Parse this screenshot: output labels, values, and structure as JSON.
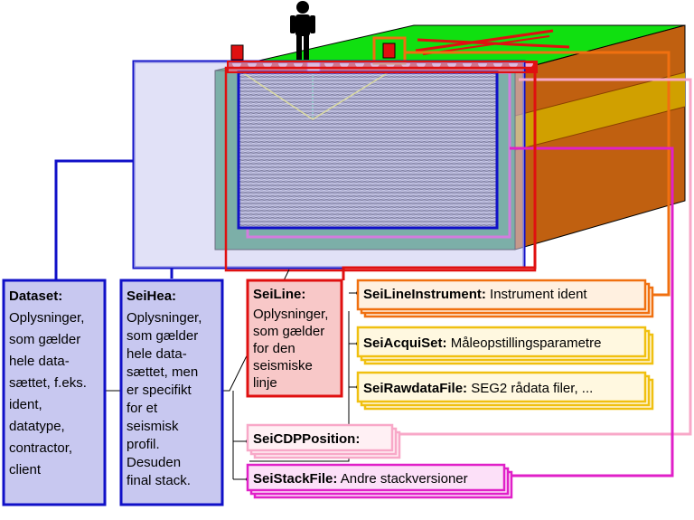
{
  "boxes": {
    "dataset": {
      "title": "Dataset:",
      "lines": [
        "Oplysninger,",
        "som gælder",
        "hele data-",
        "sættet, f.eks.",
        "ident,",
        "datatype,",
        "contractor,",
        "client"
      ]
    },
    "seihea": {
      "title": "SeiHea:",
      "lines": [
        "Oplysninger,",
        "som gælder",
        "hele data-",
        "sættet, men",
        "er specifikt",
        "for et",
        "seismisk",
        "profil.",
        "Desuden",
        "final stack."
      ]
    },
    "seiline": {
      "title": "SeiLine:",
      "lines": [
        "Oplysninger,",
        "som gælder",
        "for den",
        "seismiske",
        "linje"
      ]
    },
    "seilineinstrument": {
      "title": "SeiLineInstrument:",
      "desc": " Instrument ident"
    },
    "seiacquiset": {
      "title": "SeiAcquiSet:",
      "desc": " Måleopstillingsparametre"
    },
    "seirawdatafile": {
      "title": "SeiRawdataFile:",
      "desc": " SEG2 rådata filer, ..."
    },
    "seicdpposition": {
      "title": "SeiCDPPosition:",
      "desc": ""
    },
    "seistackfile": {
      "title": "SeiStackFile:",
      "desc": " Andre stackversioner"
    }
  },
  "colors": {
    "blue": "#1010c8",
    "lavender": "#c8c8f0",
    "red": "#e01010",
    "pink_fill": "#f8c8c8",
    "orange": "#f07010",
    "yellow": "#f0c010",
    "light_pink": "#f8a8c8",
    "magenta": "#e020c8",
    "grass": "#10e010",
    "soil": "#c06010",
    "sand": "#d0a000",
    "dark_green": "#209050"
  }
}
